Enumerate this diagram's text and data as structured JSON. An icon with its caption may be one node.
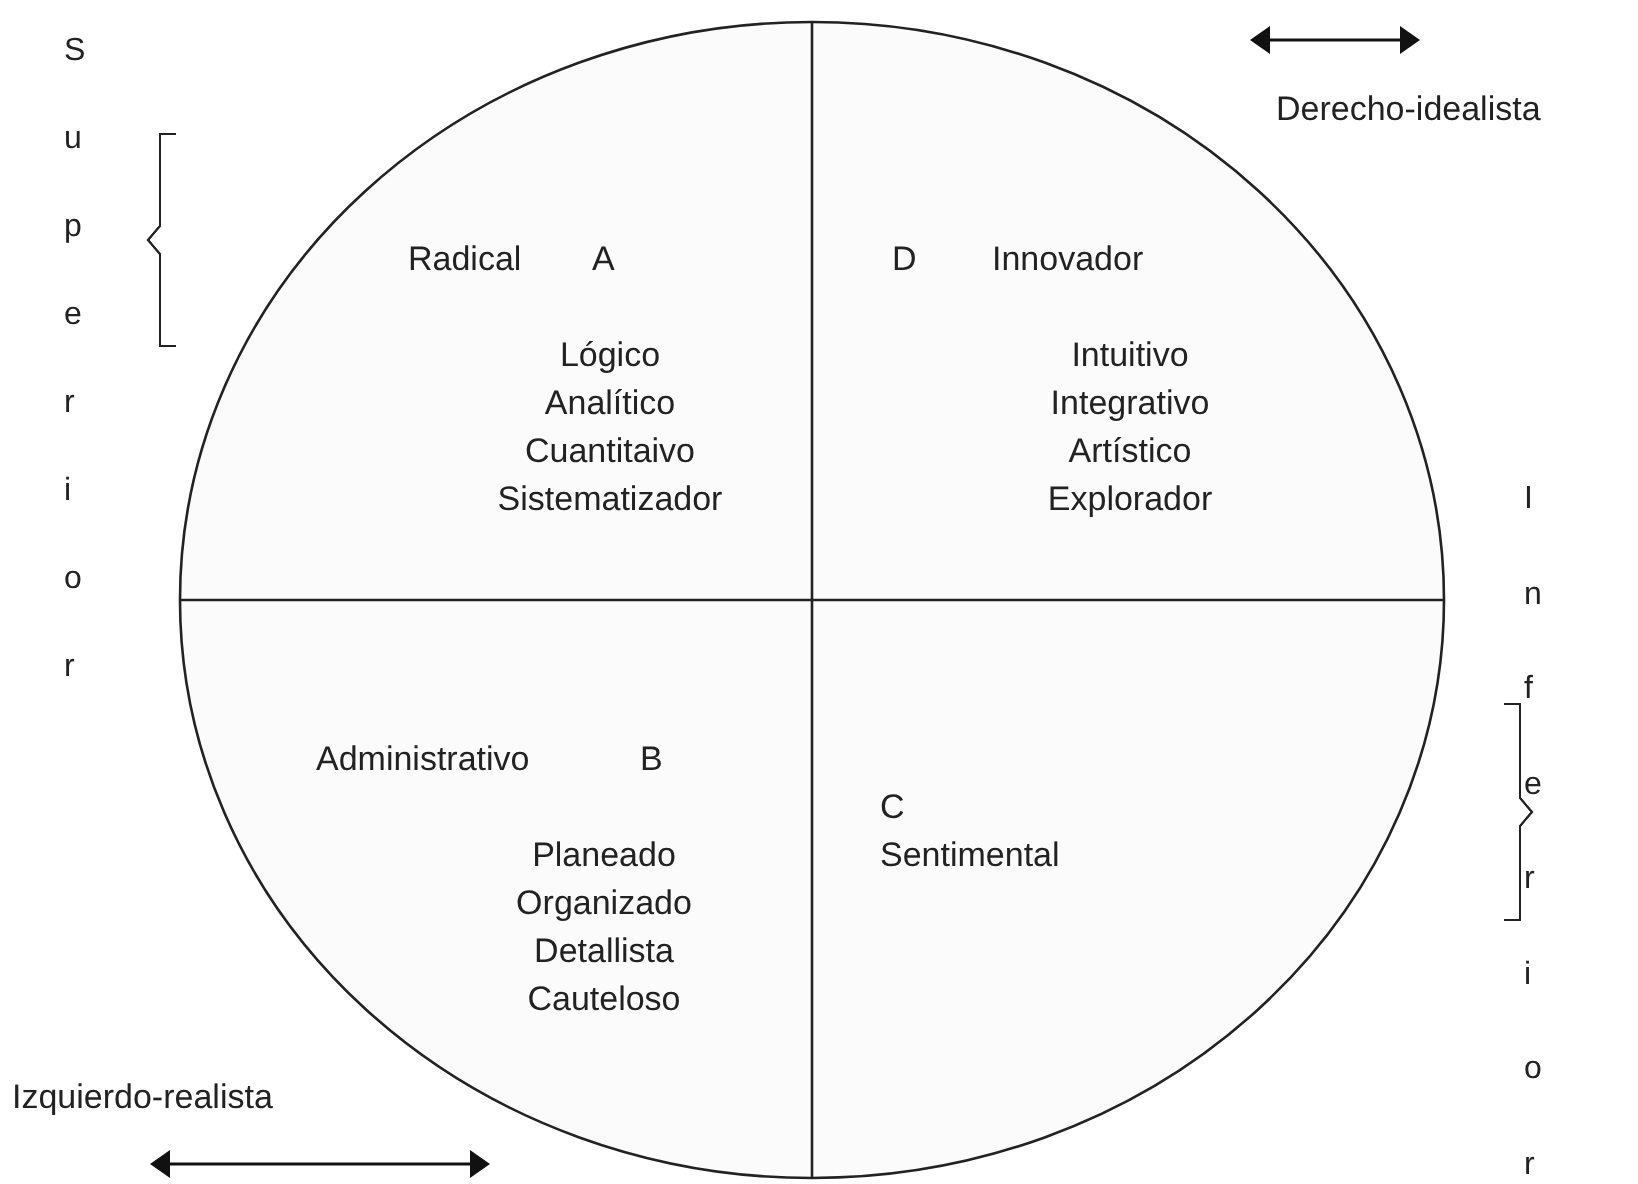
{
  "diagram": {
    "nodes": [
      {
        "text": [],
        "shape": "ellipse"
      },
      {
        "text": [
          "Radical",
          "A",
          "Lógico Analítico Cuantitaivo Sistematizador"
        ],
        "in": 0
      },
      {
        "text": [
          "D",
          "Innovador",
          "Intuitivo Integrativo Artístico Explorador"
        ],
        "in": 0
      },
      {
        "text": [
          "Administrativo",
          "B",
          "Planeado Organizado Detallista Cauteloso"
        ],
        "in": 0
      },
      {
        "text": [
          "C",
          "Sentimental"
        ],
        "in": 0
      }
    ],
    "labels": [
      "Superior",
      "Derecho-idealista",
      "Inferior",
      "Izquierdo-realista"
    ]
  }
}
